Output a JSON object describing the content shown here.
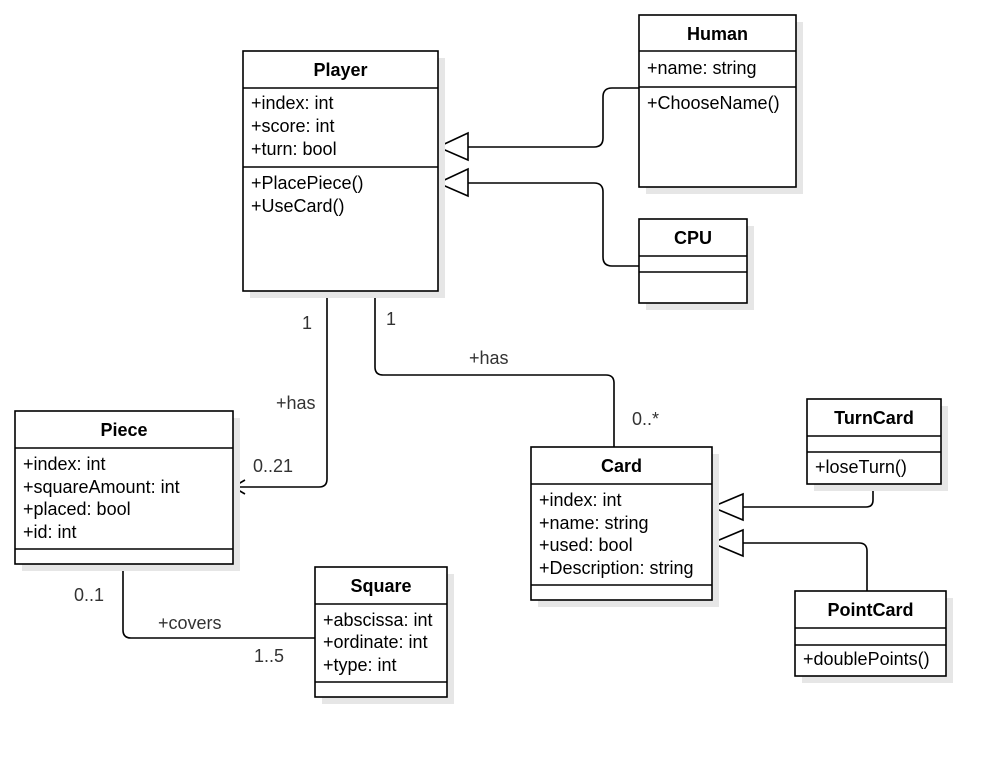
{
  "classes": {
    "player": {
      "name": "Player",
      "attributes": [
        "+index: int",
        "+score: int",
        "+turn: bool"
      ],
      "methods": [
        "+PlacePiece()",
        "+UseCard()"
      ]
    },
    "human": {
      "name": "Human",
      "attributes": [
        "+name: string"
      ],
      "methods": [
        "+ChooseName()"
      ]
    },
    "cpu": {
      "name": "CPU",
      "attributes": [],
      "methods": []
    },
    "piece": {
      "name": "Piece",
      "attributes": [
        "+index: int",
        "+squareAmount: int",
        "+placed: bool",
        "+id: int"
      ],
      "methods": []
    },
    "card": {
      "name": "Card",
      "attributes": [
        "+index: int",
        "+name: string",
        "+used: bool",
        "+Description: string"
      ],
      "methods": []
    },
    "square": {
      "name": "Square",
      "attributes": [
        "+abscissa: int",
        "+ordinate: int",
        "+type: int"
      ],
      "methods": []
    },
    "turncard": {
      "name": "TurnCard",
      "attributes": [],
      "methods": [
        "+loseTurn()"
      ]
    },
    "pointcard": {
      "name": "PointCard",
      "attributes": [],
      "methods": [
        "+doublePoints()"
      ]
    }
  },
  "associations": {
    "player_piece": {
      "label": "+has",
      "source_mult": "1",
      "target_mult": "0..21"
    },
    "player_card": {
      "label": "+has",
      "source_mult": "1",
      "target_mult": "0..*"
    },
    "piece_square": {
      "label": "+covers",
      "source_mult": "0..1",
      "target_mult": "1..5"
    }
  }
}
